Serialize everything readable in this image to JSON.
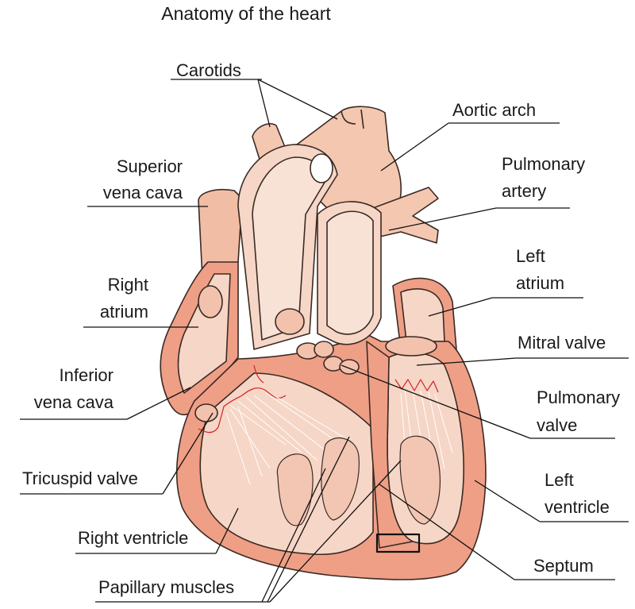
{
  "title": "Anatomy of the heart",
  "labels": {
    "carotids": "Carotids",
    "aortic_arch": "Aortic arch",
    "superior_vena_cava": [
      "Superior",
      "vena cava"
    ],
    "pulmonary_artery": [
      "Pulmonary",
      "artery"
    ],
    "left_atrium": [
      "Left",
      "atrium"
    ],
    "right_atrium": [
      "Right",
      "atrium"
    ],
    "mitral_valve": "Mitral valve",
    "inferior_vena_cava": [
      "Inferior",
      "vena cava"
    ],
    "pulmonary_valve": [
      "Pulmonary",
      "valve"
    ],
    "tricuspid_valve": "Tricuspid valve",
    "left_ventricle": [
      "Left",
      "ventricle"
    ],
    "right_ventricle": "Right ventricle",
    "septum": "Septum",
    "papillary_muscles": "Papillary muscles"
  },
  "colors": {
    "vessel_fill": "#f4c7b0",
    "chamber_fill": "#f6d6c6",
    "wall_fill": "#ef9f86",
    "outline": "#3a2a24",
    "valve_red": "#d0242a"
  }
}
